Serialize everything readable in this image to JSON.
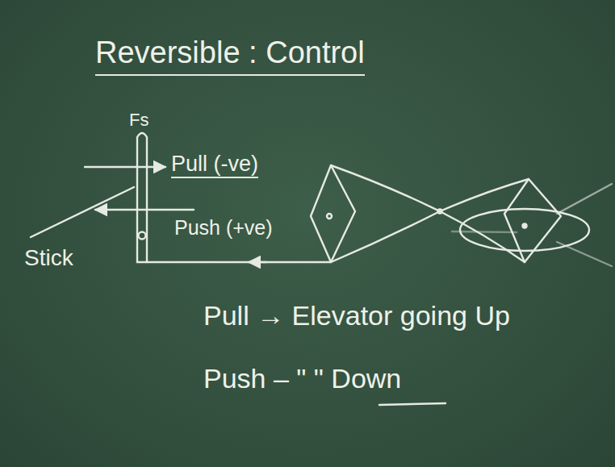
{
  "diagram": {
    "title": "Reversible : Control",
    "labels": [
      "Fs",
      "Pull (-ve)",
      "Push (+ve)",
      "Stick",
      "Pull → Elevator going Up",
      "Push – \" \" Down"
    ]
  }
}
